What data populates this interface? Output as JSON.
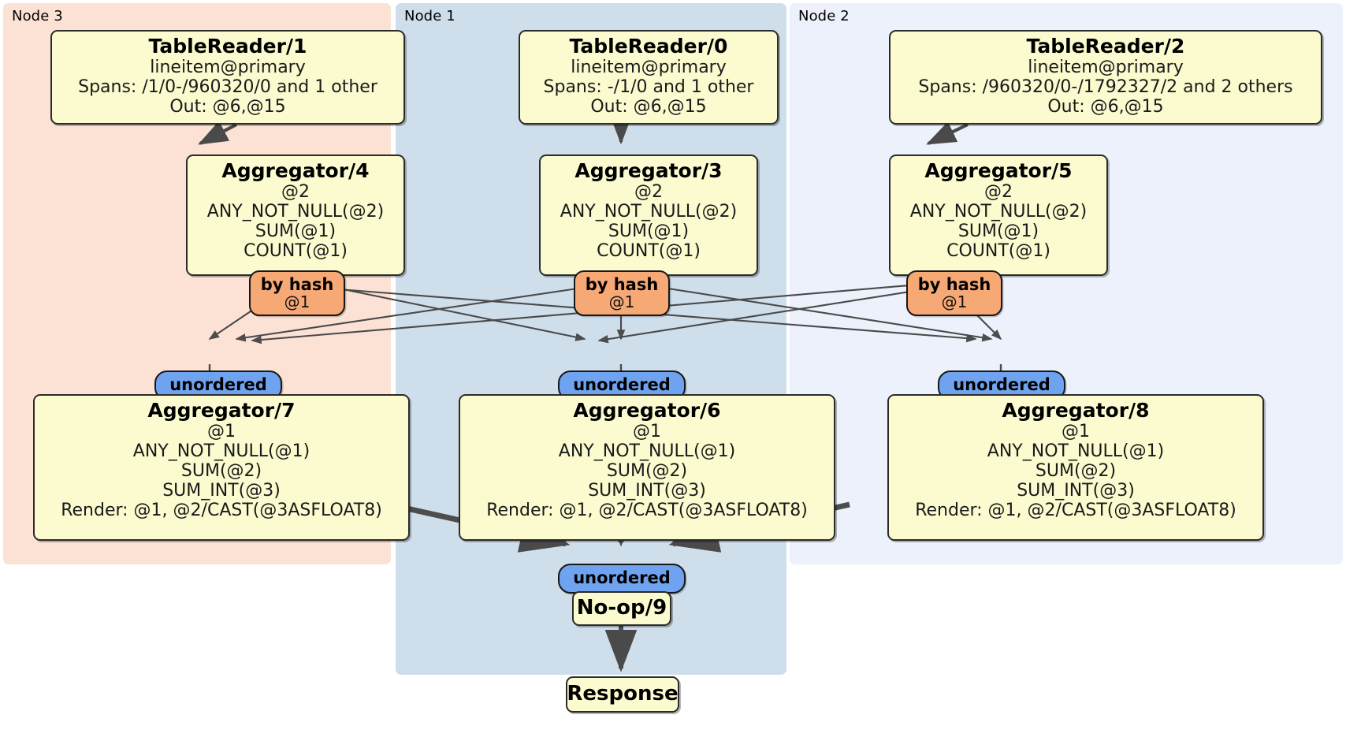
{
  "diagram": {
    "kind": "distsql-physical-plan",
    "colors": {
      "node3_panel": "#fce2d5",
      "node1_panel": "#cfdeeb",
      "node2_panel": "#ecf1fb",
      "processor_fill": "#fbfbcf",
      "processor_stroke": "#2b2b2b",
      "hash_router_fill": "#f6a875",
      "synchronizer_fill": "#6fa3f0",
      "edge_thin": "#4a4a4a",
      "edge_thick": "#4d4d4d"
    }
  },
  "nodes": [
    {
      "id": "node3",
      "label": "Node 3"
    },
    {
      "id": "node1",
      "label": "Node 1"
    },
    {
      "id": "node2",
      "label": "Node 2"
    }
  ],
  "processors": {
    "table_reader_1": {
      "title": "TableReader/1",
      "lines": [
        "lineitem@primary",
        "Spans: /1/0-/960320/0 and 1 other",
        "Out: @6,@15"
      ]
    },
    "table_reader_0": {
      "title": "TableReader/0",
      "lines": [
        "lineitem@primary",
        "Spans: -/1/0 and 1 other",
        "Out: @6,@15"
      ]
    },
    "table_reader_2": {
      "title": "TableReader/2",
      "lines": [
        "lineitem@primary",
        "Spans: /960320/0-/1792327/2 and 2 others",
        "Out: @6,@15"
      ]
    },
    "aggregator_4": {
      "title": "Aggregator/4",
      "lines": [
        "@2",
        "ANY_NOT_NULL(@2)",
        "SUM(@1)",
        "COUNT(@1)"
      ]
    },
    "aggregator_3": {
      "title": "Aggregator/3",
      "lines": [
        "@2",
        "ANY_NOT_NULL(@2)",
        "SUM(@1)",
        "COUNT(@1)"
      ]
    },
    "aggregator_5": {
      "title": "Aggregator/5",
      "lines": [
        "@2",
        "ANY_NOT_NULL(@2)",
        "SUM(@1)",
        "COUNT(@1)"
      ]
    },
    "aggregator_7": {
      "title": "Aggregator/7",
      "lines": [
        "@1",
        "ANY_NOT_NULL(@1)",
        "SUM(@2)",
        "SUM_INT(@3)",
        "Render: @1, @2/CAST(@3ASFLOAT8)"
      ]
    },
    "aggregator_6": {
      "title": "Aggregator/6",
      "lines": [
        "@1",
        "ANY_NOT_NULL(@1)",
        "SUM(@2)",
        "SUM_INT(@3)",
        "Render: @1, @2/CAST(@3ASFLOAT8)"
      ]
    },
    "aggregator_8": {
      "title": "Aggregator/8",
      "lines": [
        "@1",
        "ANY_NOT_NULL(@1)",
        "SUM(@2)",
        "SUM_INT(@3)",
        "Render: @1, @2/CAST(@3ASFLOAT8)"
      ]
    },
    "noop_9": {
      "title": "No-op/9",
      "lines": []
    },
    "response": {
      "title": "Response",
      "lines": []
    }
  },
  "routers": {
    "hash_left": {
      "label": "by hash",
      "sub": "@1"
    },
    "hash_center": {
      "label": "by hash",
      "sub": "@1"
    },
    "hash_right": {
      "label": "by hash",
      "sub": "@1"
    }
  },
  "synchronizers": {
    "sync_left": {
      "label": "unordered"
    },
    "sync_center": {
      "label": "unordered"
    },
    "sync_right": {
      "label": "unordered"
    },
    "sync_final": {
      "label": "unordered"
    }
  }
}
